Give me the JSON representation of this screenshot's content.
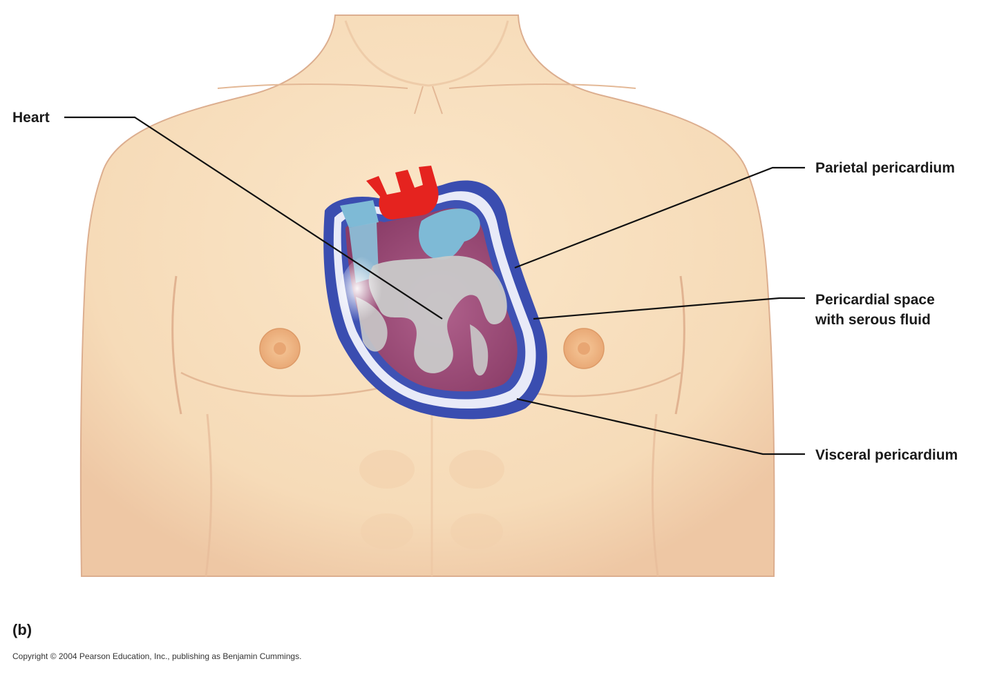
{
  "labels": {
    "heart": "Heart",
    "parietal_pericardium": "Parietal pericardium",
    "pericardial_space_line1": "Pericardial space",
    "pericardial_space_line2": "with serous fluid",
    "visceral_pericardium": "Visceral pericardium",
    "panel_letter": "(b)",
    "copyright": "Copyright © 2004 Pearson Education, Inc., publishing as Benjamin Cummings."
  },
  "colors": {
    "skin": "#f8dfbe",
    "skin_shadow": "#efc9a6",
    "skin_outline": "#d9a98a",
    "nipple": "#efb57e",
    "parietal_pericardium": "#3a4db0",
    "pericardial_space": "#e6e8f8",
    "visceral_pericardium": "#ccd3ef",
    "myocardium": "#9d4b77",
    "vessels_red": "#e5231f",
    "vessels_blue": "#7ebad6",
    "fat": "#c9c9c9",
    "leader_line": "#111111"
  },
  "icons": [
    "torso-illustration",
    "heart-illustration"
  ]
}
